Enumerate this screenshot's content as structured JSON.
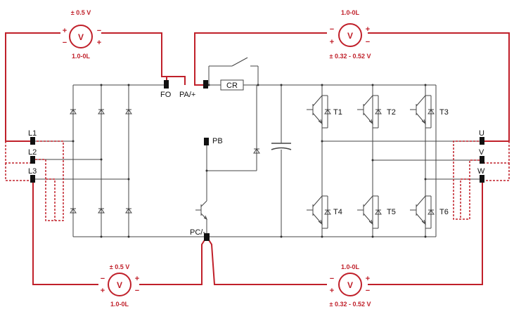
{
  "terminals": {
    "l1": "L1",
    "l2": "L2",
    "l3": "L3",
    "fo": "FO",
    "pa": "PA/+",
    "pb": "PB",
    "pc": "PC/-",
    "u": "U",
    "v": "V",
    "w": "W"
  },
  "components": {
    "cr": "CR",
    "t1": "T1",
    "t2": "T2",
    "t3": "T3",
    "t4": "T4",
    "t5": "T5",
    "t6": "T6"
  },
  "meters": {
    "top_left": {
      "symbol": "V",
      "range": "± 0.5 V",
      "reading": "1.0-0L",
      "plus": "+",
      "minus": "−"
    },
    "top_right": {
      "symbol": "V",
      "range": "± 0.32 - 0.52 V",
      "reading": "1.0-0L",
      "plus": "+",
      "minus": "−"
    },
    "bottom_left": {
      "symbol": "V",
      "range": "± 0.5 V",
      "reading": "1.0-0L",
      "plus": "+",
      "minus": "−"
    },
    "bottom_right": {
      "symbol": "V",
      "range": "± 0.32 - 0.52 V",
      "reading": "1.0-0L",
      "plus": "+",
      "minus": "−"
    }
  },
  "colors": {
    "probe": "#c0202a",
    "wire": "#444444"
  }
}
